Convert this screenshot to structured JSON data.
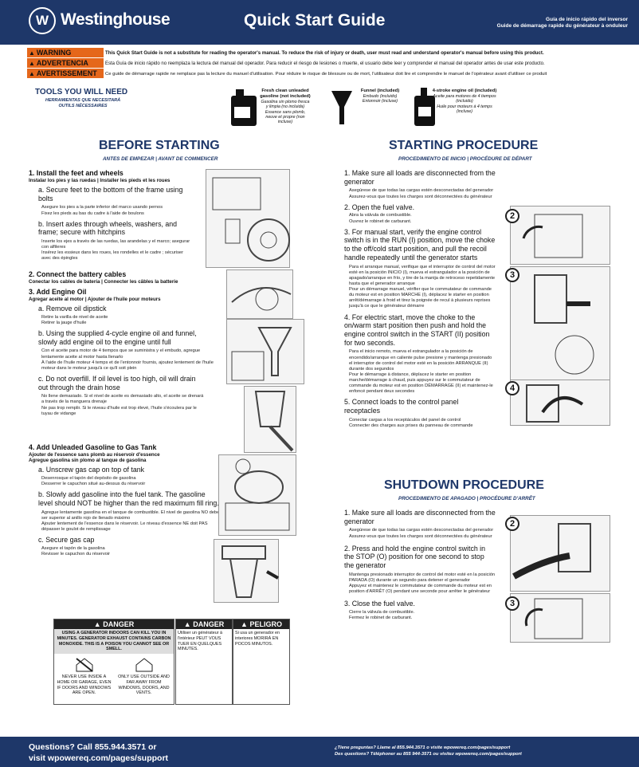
{
  "header": {
    "logo_glyph": "W",
    "brand": "Westinghouse",
    "title": "Quick Start Guide",
    "title_es": "Guía de inicio rápido del inversor",
    "title_fr": "Guide de démarrage rapide du générateur à onduleur"
  },
  "warnings": [
    {
      "label": "WARNING",
      "text": "This Quick Start Guide is not a substitute for reading the operator's manual. To reduce the risk of injury or death, user must read and understand operator's manual before using this product."
    },
    {
      "label": "ADVERTENCIA",
      "text": "Esta Guía de inicio rápido no reemplaza la lectura del manual del operador. Para reducir el riesgo de lesiones o muerte, el usuario debe leer y comprender el manual del operador antes de usar este producto."
    },
    {
      "label": "AVERTISSEMENT",
      "text": "Ce guide de démarrage rapide ne remplace pas la lecture du manuel d'utilisation. Pour réduire le risque de blessure ou de mort, l'utilisateur doit lire et comprendre le manuel de l'opérateur avant d'utiliser ce produit"
    }
  ],
  "tools": {
    "title": "TOOLS YOU WILL NEED",
    "sub1": "HERRAMIENTAS QUE NECESITARÁ",
    "sub2": "OUTILS NÉCESSAIRES",
    "items": [
      {
        "name": "Fresh clean unleaded gasoline (not included)",
        "es": "Gasolina sin plomo fresca y limpia (no incluida)",
        "fr": "Essence sans plomb, neuve et propre (non incluse)"
      },
      {
        "name": "Funnel (included)",
        "es": "Embudo (incluido)",
        "fr": "Entonnoir (incluse)"
      },
      {
        "name": "4-stroke engine oil (included)",
        "es": "Aceite para motores de 4 tiempos (incluido)",
        "fr": "Huile pour moteurs à 4 temps (incluse)"
      }
    ]
  },
  "before": {
    "title": "BEFORE STARTING",
    "sub": "ANTES DE EMPEZAR | AVANT DE COMMENCER",
    "s1": {
      "h": "1.  Install the feet and wheels",
      "h2": "Instalar los pies y las ruedas | Installer les pieds et les roues",
      "a": "a.  Secure feet to the bottom of the frame using bolts",
      "a_es": "Asegure los pies a la parte inferior del marco usando pernos",
      "a_fr": "Fixez les pieds au bas du cadre à l'aide de boulons",
      "b": "b.  Insert axles through wheels, washers, and frame; secure with hitchpins",
      "b_es": "Inserte los ejes a través de las ruedas, las arandelas y el marco; asegurar con alfileres",
      "b_fr": "Insérez les essieux dans les roues, les rondelles et le cadre ; sécuriser avec des épingles"
    },
    "s2": {
      "h": "2.  Connect the battery cables",
      "h2": "Conectar los cables de batería | Connecter les câbles la batterie"
    },
    "s3": {
      "h": "3.  Add Engine Oil",
      "h2": "Agregar aceite al motor | Ajouter de l'huile pour moteurs",
      "a": "a.  Remove oil dipstick",
      "a_es": "Retire la varilla de nivel de aceite",
      "a_fr": "Retirer la jauge d'huile",
      "b": "b.  Using the supplied 4-cycle engine oil and funnel, slowly add engine oil to the engine until full",
      "b_es": "Con el aceite para motor de 4 tiempos que se suministra y el embudo, agregue lentamente aceite al motor hasta llenarlo",
      "b_fr": "À l'aide de l'huile moteur 4 temps et de l'entonnoir fournis, ajoutez lentement de l'huile moteur dans le moteur jusqu'à ce qu'il soit plein",
      "c": "c.  Do not overfill. If oil level is too high, oil will drain out through the drain hose",
      "c_es": "No llene demasiado. Si el nivel de aceite es demasiado alto, el aceite se drenará a través de la manguera drenaje",
      "c_fr": "Ne pas trop remplir. Si le niveau d'huile est trop élevé, l'huile s'écoulera par le tuyau de vidange"
    },
    "s4": {
      "h": "4.  Add Unleaded Gasoline to Gas Tank",
      "h2": "Ajouter de l'essence sans plomb au réservoir d'essence",
      "h3": "Agregue gasolina sin plomo al tanque de gasolina",
      "a": "a.  Unscrew gas cap on top of tank",
      "a_es": "Desenrosque el tapón del depósito de gasolina",
      "a_fr": "Desserrer le capuchon situé au-dessus du réservoir",
      "b": "b.  Slowly add gasoline into the fuel tank. The gasoline level should NOT be higher than the red maximum fill ring.",
      "b_es": "Agregue lentamente gasolina en el tanque de combustible. El nivel de gasolina NO debe ser superior al anillo rojo de llenado máximo",
      "b_fr": "Ajouter lentement de l'essence dans le réservoir. Le niveau d'essence NE doit PAS dépasser le goulot de remplissage",
      "c": "c.  Secure gas cap",
      "c_es": "Asegure el tapón de la gasolina",
      "c_fr": "Revisser le capuchon du réservoir"
    }
  },
  "start": {
    "title": "STARTING PROCEDURE",
    "sub": "PROCEDIMIENTO DE INICIO | PROCÉDURE DE DÉPART",
    "s1": "1.  Make sure all loads are disconnected from the generator",
    "s1_es": "Asegúrese de que todas las cargas estén desconectadas del generador",
    "s1_fr": "Assurez-vous que toutes les charges sont déconnectées du générateur",
    "s2": "2.  Open the fuel valve.",
    "s2_es": "Abra la válvula de combustible.",
    "s2_fr": "Ouvrez le robinet de carburant.",
    "s3": "3.  For manual start, verify the engine control switch is in the RUN (I) position, move the choke to the off/cold start position, and pull the recoil handle repeatedly until the generator starts",
    "s3_es": "Para el arranque manual, verifique que el interruptor de control del motor esté en la posición INICIO (I), mueva el estrangulador a la posición de apagado/arranque en frío, y tire de la manija de retroceso repetidamente hasta que el generador arranque",
    "s3_fr": "Pour un démarrage manuel, vérifier que le commutateur de commande du moteur est en position MARCHE (I), déplacez le starter en position arrêt/démarrage à froid et tirez la poignée de recul à plusieurs reprises jusqu'à ce que le générateur démarre",
    "s4": "4.  For electric start, move the choke to the on/warm start position then push and hold the engine control switch in the START (II) position for two seconds.",
    "s4_es": "Para el inicio remoto, mueva el estrangulador a la posición de encendido/arranque en caliente pulse presione y mantenga presionado el interruptor de control del motor esté en la posición ARRANQUE (II) durante dos segundos",
    "s4_fr": "Pour le démarrage à distance, déplacez le starter en position marche/démarrage à chaud, puis appuyez sur le commutateur de commande du moteur est en position DÉMARRAGE (II) et maintenez-le enfoncé pendant deux secondes",
    "s5": "5.  Connect loads to the control panel receptacles",
    "s5_es": "Conectar cargas a los receptáculos del panel de control",
    "s5_fr": "Connecter des charges aux prises du panneau de commande",
    "steps": [
      "2",
      "3",
      "4"
    ]
  },
  "shut": {
    "title": "SHUTDOWN PROCEDURE",
    "sub": "PROCEDIMIENTO DE APAGADO | PROCÉDURE D'ARRÊT",
    "s1": "1.  Make sure all loads are disconnected from the generator",
    "s1_es": "Asegúrese de que todas las cargas estén desconectadas del generador",
    "s1_fr": "Assurez-vous que toutes les charges sont déconnectées du générateur",
    "s2": "2.  Press and hold the engine control switch in the STOP (O) position for one second to stop the generator",
    "s2_es": "Mantenga presionado interruptor de control del motor esté en la posición PARADA (O) durante un segundo para detener el generador",
    "s2_fr": "Appuyez et maintenez le commutateur de commande du moteur est en position d'ARRÊT (O) pendant une seconde pour arrêter le générateur",
    "s3": "3.  Close the fuel valve.",
    "s3_es": "Cierre la válvula de combustible.",
    "s3_fr": "Fermez le robinet de carburant.",
    "steps": [
      "2",
      "3"
    ]
  },
  "danger": {
    "en_head": "DANGER",
    "en_text": "USING A GENERATOR INDOORS CAN KILL YOU IN MINUTES. GENERATOR EXHAUST CONTAINS CARBON MONOXIDE. THIS IS A POISON YOU CANNOT SEE OR SMELL.",
    "en_left": "NEVER USE INSIDE A HOME OR GARAGE, EVEN IF DOORS AND WINDOWS ARE OPEN.",
    "en_right": "ONLY USE OUTSIDE AND FAR AWAY FROM WINDOWS, DOORS, AND VENTS.",
    "fr_head": "DANGER",
    "fr_text": "Utiliser un générateur à l'intérieur PEUT VOUS TUER EN QUELQUES MINUTES.",
    "es_head": "PELIGRO",
    "es_text": "Si usa un generador en interiores MORIRÁ EN POCOS MINUTOS."
  },
  "footer": {
    "q1": "Questions? Call 855.944.3571 or",
    "q2": "visit wpowereq.com/pages/support",
    "es": "¿Tiene preguntas? Llame al 855.944.3571 o visite wpowereq.com/pages/support",
    "fr": "Des questions? Téléphoner au 855 944-3571 ou visitez wpowereq.com/pages/support"
  }
}
